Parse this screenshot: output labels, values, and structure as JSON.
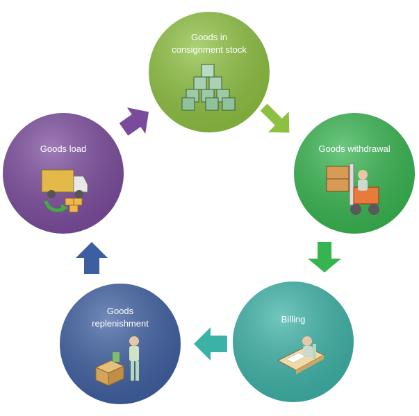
{
  "diagram": {
    "nodes": [
      {
        "id": "consignment",
        "title_lines": [
          "Goods in",
          "consignment stock"
        ],
        "color": "#8dc040",
        "icon": "stacked-cubes-icon"
      },
      {
        "id": "withdrawal",
        "title_lines": [
          "Goods withdrawal"
        ],
        "color": "#36b44f",
        "icon": "forklift-worker-icon"
      },
      {
        "id": "billing",
        "title_lines": [
          "Billing"
        ],
        "color": "#3cb2a6",
        "icon": "desk-worker-icon"
      },
      {
        "id": "replenishment",
        "title_lines": [
          "Goods",
          "replenishment"
        ],
        "color": "#3d5ea0",
        "icon": "box-packing-worker-icon"
      },
      {
        "id": "load",
        "title_lines": [
          "Goods load"
        ],
        "color": "#7a4a9c",
        "icon": "delivery-truck-icon"
      }
    ],
    "arrows": [
      {
        "from": "consignment",
        "to": "withdrawal",
        "color": "#8dc040"
      },
      {
        "from": "withdrawal",
        "to": "billing",
        "color": "#36b44f"
      },
      {
        "from": "billing",
        "to": "replenishment",
        "color": "#3cb2a6"
      },
      {
        "from": "replenishment",
        "to": "load",
        "color": "#3d5ea0"
      },
      {
        "from": "load",
        "to": "consignment",
        "color": "#7a4a9c"
      }
    ]
  }
}
